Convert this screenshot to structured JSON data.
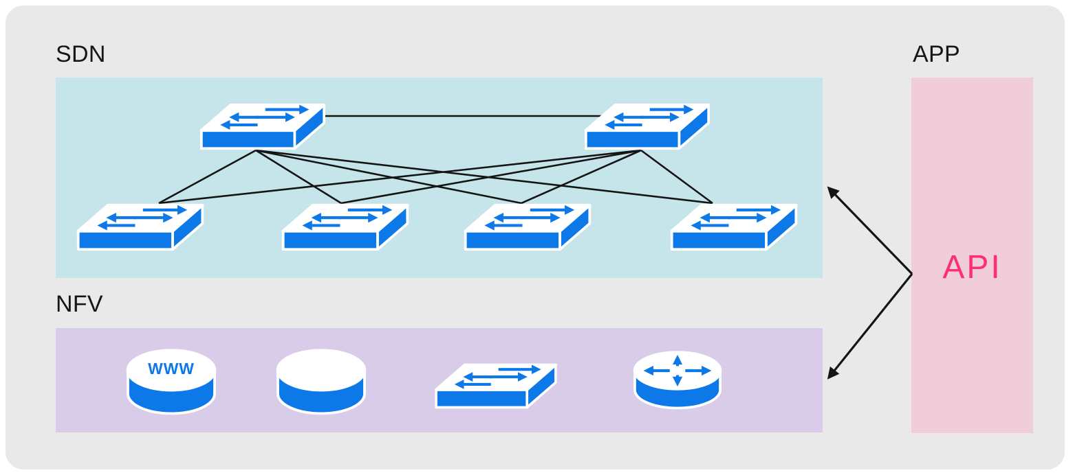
{
  "sdn": {
    "label": "SDN",
    "switch_count": 6,
    "icons": [
      "switch-icon",
      "switch-icon",
      "switch-icon",
      "switch-icon",
      "switch-icon",
      "switch-icon"
    ],
    "edges": [
      "spine-1 to spine-2",
      "spine-1 to leaf-1",
      "spine-1 to leaf-2",
      "spine-1 to leaf-3",
      "spine-1 to leaf-4",
      "spine-2 to leaf-1",
      "spine-2 to leaf-2",
      "spine-2 to leaf-3",
      "spine-2 to leaf-4"
    ]
  },
  "nfv": {
    "label": "NFV",
    "items": [
      {
        "icon": "www-server-icon",
        "label": "WWW"
      },
      {
        "icon": "server-icon",
        "label": ""
      },
      {
        "icon": "switch-icon",
        "label": ""
      },
      {
        "icon": "router-icon",
        "label": ""
      }
    ]
  },
  "app": {
    "label": "APP",
    "api_label": "API",
    "arrows": [
      "api to sdn",
      "api to nfv"
    ]
  },
  "colors": {
    "canvas": "#ffffff",
    "panel": "#e9e9e9",
    "sdn-fill": "#c6e5ea",
    "nfv-fill": "#d9cce8",
    "app-fill": "#f1cdd9",
    "device-blue": "#0d79e8",
    "device-face": "#ffffff",
    "api-pink": "#fb2e77",
    "line": "#141414",
    "label-text": "#161616"
  }
}
